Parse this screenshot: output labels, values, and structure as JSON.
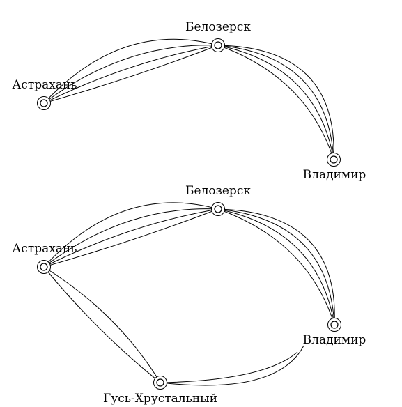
{
  "diagrams": [
    {
      "nodes": [
        {
          "id": "astrakhan",
          "label": "Астрахань"
        },
        {
          "id": "belozersk",
          "label": "Белозерск"
        },
        {
          "id": "vladimir",
          "label": "Владимир"
        }
      ],
      "edges": [
        {
          "from": "astrakhan",
          "to": "belozersk",
          "count": 4
        },
        {
          "from": "belozersk",
          "to": "vladimir",
          "count": 4
        }
      ]
    },
    {
      "nodes": [
        {
          "id": "astrakhan",
          "label": "Астрахань"
        },
        {
          "id": "belozersk",
          "label": "Белозерск"
        },
        {
          "id": "vladimir",
          "label": "Владимир"
        },
        {
          "id": "gus",
          "label": "Гусь-Хрустальный"
        }
      ],
      "edges": [
        {
          "from": "astrakhan",
          "to": "belozersk",
          "count": 4
        },
        {
          "from": "belozersk",
          "to": "vladimir",
          "count": 4
        },
        {
          "from": "astrakhan",
          "to": "gus",
          "count": 2
        },
        {
          "from": "gus",
          "to": "vladimir",
          "count": 2
        }
      ]
    }
  ],
  "colors": {
    "stroke": "#000000",
    "background": "#ffffff"
  }
}
